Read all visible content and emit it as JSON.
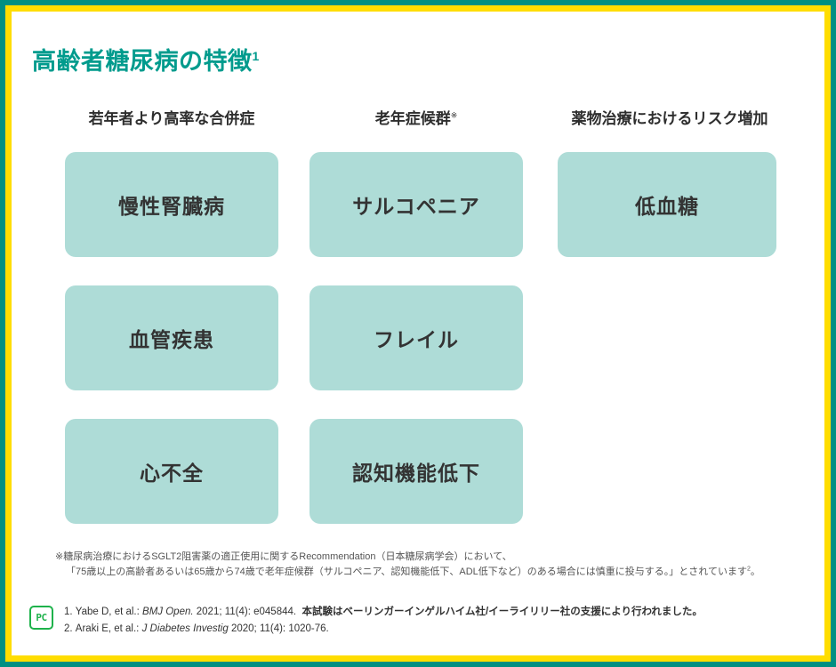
{
  "frame": {
    "outer_color": "#008f82",
    "inner_color": "#ffdd00",
    "background": "#ffffff"
  },
  "title": {
    "text": "高齢者糖尿病の特徴",
    "superscript": "1",
    "color": "#009b8d"
  },
  "columns": [
    {
      "header": "若年者より高率な合併症",
      "header_mark": ""
    },
    {
      "header": "老年症候群",
      "header_mark": "※"
    },
    {
      "header": "薬物治療におけるリスク増加",
      "header_mark": ""
    }
  ],
  "box_color": "#aedcd7",
  "box_text_color": "#333333",
  "boxes": [
    [
      "慢性腎臓病",
      "サルコペニア",
      "低血糖"
    ],
    [
      "血管疾患",
      "フレイル",
      ""
    ],
    [
      "心不全",
      "認知機能低下",
      ""
    ]
  ],
  "notes": {
    "line1": "※糖尿病治療におけるSGLT2阻害薬の適正使用に関するRecommendation（日本糖尿病学会）において、",
    "line2_prefix": "「75歳以上の高齢者あるいは65歳から74歳で老年症候群（サルコペニア、認知機能低下、ADL低下など）のある場合には慎重に投与する。」とされています",
    "line2_sup": "2",
    "line2_suffix": "。"
  },
  "references": {
    "logo_text": "PC",
    "logo_color": "#1eb24b",
    "item1": {
      "number": "1.",
      "authors": "Yabe D, et al.:",
      "journal": "BMJ Open.",
      "citation": "2021; 11(4): e045844.",
      "note": "本試験はベーリンガーインゲルハイム社/イーライリリー社の支援により行われました。"
    },
    "item2": {
      "number": "2.",
      "authors": "Araki E, et al.:",
      "journal": "J Diabetes Investig",
      "citation": "2020; 11(4): 1020-76."
    }
  }
}
